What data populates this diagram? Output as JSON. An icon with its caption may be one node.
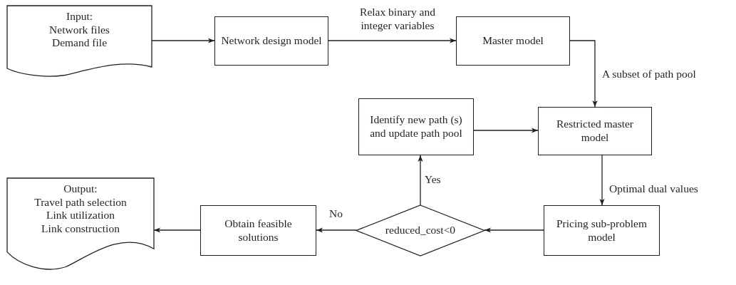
{
  "diagram": {
    "nodes": [
      {
        "text": [
          "Input:",
          "Network files",
          "Demand file"
        ]
      },
      {
        "text": [
          "Network design model"
        ]
      },
      {
        "text": [
          "Master model"
        ]
      },
      {
        "text": [
          "Identify new path (s) and update path pool"
        ]
      },
      {
        "text": [
          "Restricted master model"
        ]
      },
      {
        "text": [
          "Output:",
          "Travel path selection",
          "Link utilization",
          "Link construction"
        ]
      },
      {
        "text": [
          "Obtain feasible solutions"
        ]
      },
      {
        "text": [
          "reduced_cost<0"
        ]
      },
      {
        "text": [
          "Pricing sub-problem model"
        ]
      }
    ],
    "edges": [
      {
        "from": 0,
        "to": 1,
        "arrow": "to"
      },
      {
        "from": 1,
        "to": 2,
        "arrow": "to",
        "label": "Relax binary and integer variables"
      },
      {
        "from": 2,
        "to": 4,
        "arrow": "to",
        "label": "A subset of path pool"
      },
      {
        "from": 3,
        "to": 4,
        "arrow": "to"
      },
      {
        "from": 4,
        "to": 8,
        "arrow": "to",
        "label": "Optimal dual values"
      },
      {
        "from": 8,
        "to": 7,
        "arrow": "to"
      },
      {
        "from": 7,
        "to": 3,
        "arrow": "to",
        "label": "Yes"
      },
      {
        "from": 7,
        "to": 6,
        "arrow": "to",
        "label": "No"
      },
      {
        "from": 6,
        "to": 5,
        "arrow": "to"
      }
    ]
  }
}
